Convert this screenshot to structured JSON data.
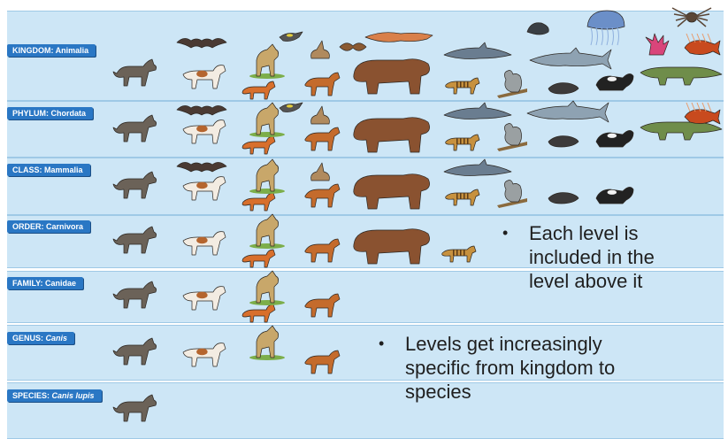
{
  "ranks": [
    {
      "level": "KINGDOM",
      "taxon": "Animalia",
      "italic": false
    },
    {
      "level": "PHYLUM",
      "taxon": "Chordata",
      "italic": false
    },
    {
      "level": "CLASS",
      "taxon": "Mammalia",
      "italic": false
    },
    {
      "level": "ORDER",
      "taxon": "Carnivora",
      "italic": false
    },
    {
      "level": "FAMILY",
      "taxon": "Canidae",
      "italic": false
    },
    {
      "level": "GENUS",
      "taxon": "Canis",
      "italic": true
    },
    {
      "level": "SPECIES",
      "taxon": "Canis lupis",
      "italic": true
    }
  ],
  "row_contents": [
    [
      "wolf",
      "dog",
      "fox",
      "coyote",
      "jackal",
      "bat",
      "bird",
      "rabbit",
      "moth",
      "shrimp",
      "bear",
      "dolphin",
      "shark",
      "cat",
      "koala",
      "mole",
      "skunk",
      "crocodile",
      "clam",
      "jellyfish",
      "coral",
      "spider",
      "lionfish"
    ],
    [
      "wolf",
      "dog",
      "fox",
      "coyote",
      "jackal",
      "bat",
      "bird",
      "rabbit",
      "bear",
      "dolphin",
      "shark",
      "cat",
      "koala",
      "mole",
      "skunk",
      "crocodile",
      "lionfish"
    ],
    [
      "wolf",
      "dog",
      "fox",
      "coyote",
      "jackal",
      "bat",
      "rabbit",
      "bear",
      "dolphin",
      "cat",
      "koala",
      "mole",
      "skunk"
    ],
    [
      "wolf",
      "dog",
      "fox",
      "coyote",
      "jackal",
      "bear",
      "cat"
    ],
    [
      "wolf",
      "dog",
      "fox",
      "coyote",
      "jackal"
    ],
    [
      "wolf",
      "dog",
      "coyote",
      "jackal"
    ],
    [
      "wolf"
    ]
  ],
  "bullets": [
    {
      "text_lines": [
        "Each level is",
        "included in the",
        "level above it"
      ]
    },
    {
      "text_lines": [
        "Levels get increasingly",
        "specific from kingdom to",
        "species"
      ]
    }
  ],
  "colors": {
    "band_fill": "#cde6f6",
    "tag_fill": "#2a77c4",
    "tag_text": "#ffffff",
    "bullet_text": "#1f1f1f"
  }
}
